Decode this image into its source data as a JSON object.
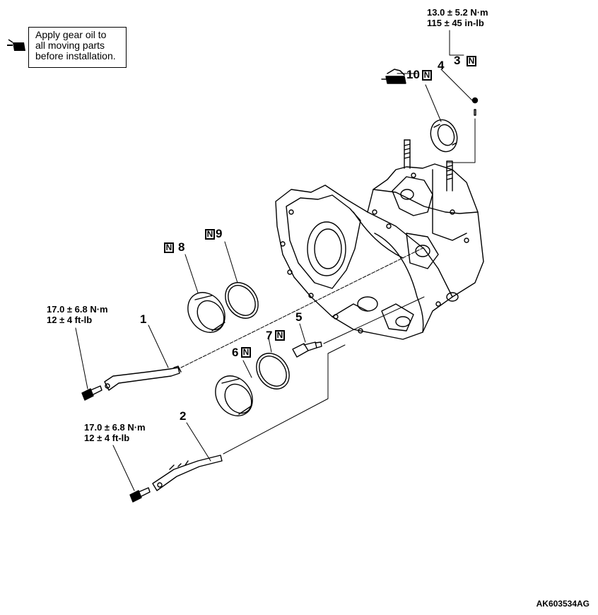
{
  "note": {
    "lines": [
      "Apply gear oil to",
      "all moving parts",
      "before installation."
    ],
    "icon": "oil-can-icon"
  },
  "torque_specs": [
    {
      "metric": "13.0 ± 5.2 N·m",
      "imperial": "115 ± 45 in-lb"
    },
    {
      "metric": "17.0 ± 6.8 N·m",
      "imperial": "12 ± 4 ft-lb"
    },
    {
      "metric": "17.0 ± 6.8 N·m",
      "imperial": "12 ± 4 ft-lb"
    }
  ],
  "callouts": {
    "c1": "1",
    "c2": "2",
    "c3": "3",
    "c4": "4",
    "c5": "5",
    "c6": "6",
    "c7": "7",
    "c8": "8",
    "c9": "9",
    "c10": "10"
  },
  "new_part_badge": "N",
  "figure_id": "AK603534AG",
  "colors": {
    "ink": "#000000",
    "background": "#ffffff"
  }
}
